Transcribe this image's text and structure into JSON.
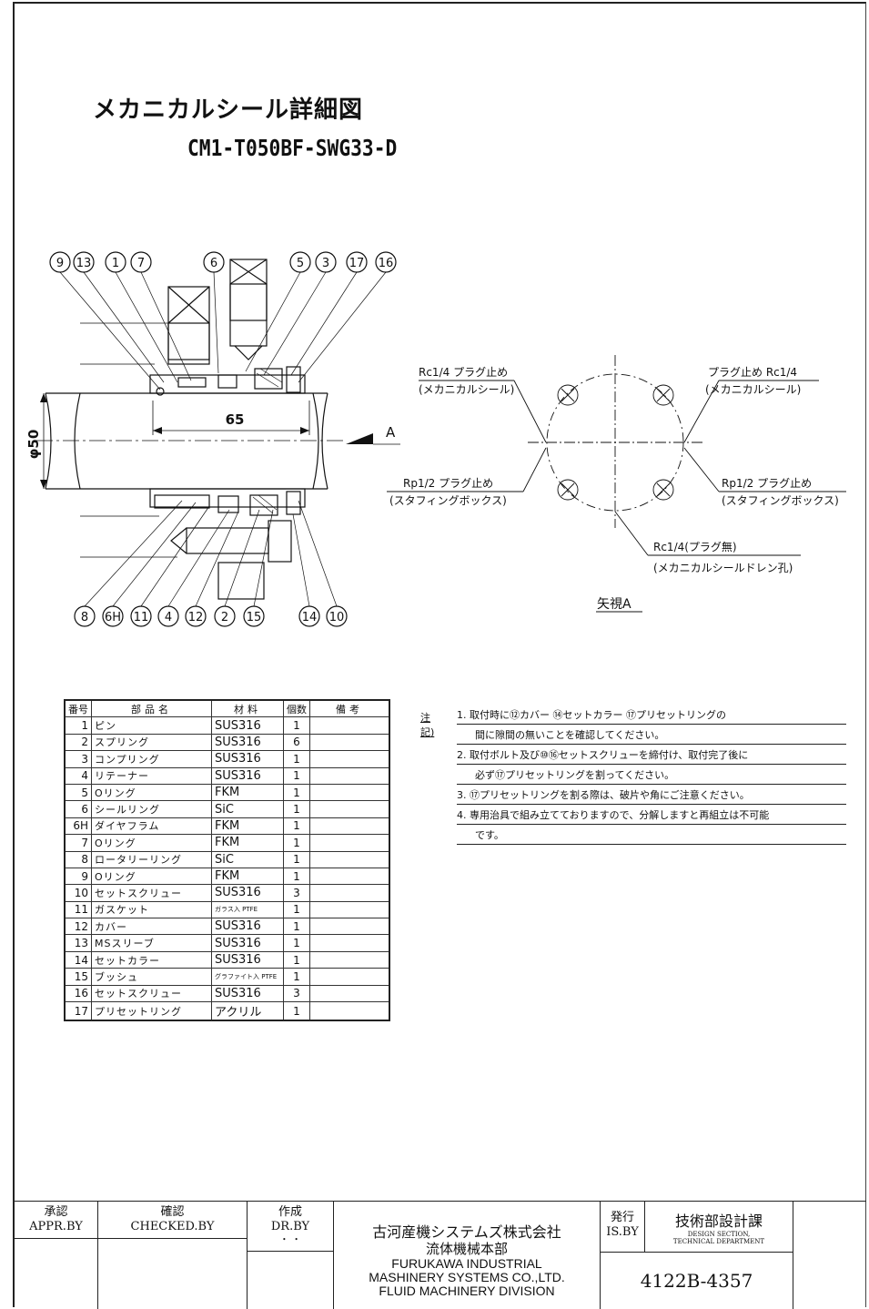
{
  "title": "メカニカルシール詳細図",
  "model": "CM1-T050BF-SWG33-D",
  "drawing": {
    "top_callouts": [
      "9",
      "13",
      "1",
      "7",
      "6",
      "5",
      "3",
      "17",
      "16"
    ],
    "bottom_callouts": [
      "8",
      "6H",
      "11",
      "4",
      "12",
      "2",
      "15",
      "14",
      "10"
    ],
    "dim_length": "65",
    "dim_diameter": "φ50",
    "view_mark": "A"
  },
  "view_a": {
    "title": "矢視A",
    "tl_spec": "Rc1/4 プラグ止め",
    "tl_desc": "(メカニカルシール)",
    "tr_spec": "プラグ止め Rc1/4",
    "tr_desc": "(メカニカルシール)",
    "bl_spec": "Rp1/2 プラグ止め",
    "bl_desc": "(スタフィングボックス)",
    "br_spec": "Rp1/2 プラグ止め",
    "br_desc": "(スタフィングボックス)",
    "bc_spec": "Rc1/4(プラグ無)",
    "bc_desc": "(メカニカルシールドレン孔)"
  },
  "parts_table": {
    "headers": [
      "番号",
      "部品名",
      "材料",
      "個数",
      "備考"
    ],
    "rows": [
      {
        "no": "1",
        "name": "ピン",
        "material": "SUS316",
        "qty": "1"
      },
      {
        "no": "2",
        "name": "スプリング",
        "material": "SUS316",
        "qty": "6"
      },
      {
        "no": "3",
        "name": "コンプリング",
        "material": "SUS316",
        "qty": "1"
      },
      {
        "no": "4",
        "name": "リテーナー",
        "material": "SUS316",
        "qty": "1"
      },
      {
        "no": "5",
        "name": "Oリング",
        "material": "FKM",
        "qty": "1"
      },
      {
        "no": "6",
        "name": "シールリング",
        "material": "SiC",
        "qty": "1"
      },
      {
        "no": "6H",
        "name": "ダイヤフラム",
        "material": "FKM",
        "qty": "1"
      },
      {
        "no": "7",
        "name": "Oリング",
        "material": "FKM",
        "qty": "1"
      },
      {
        "no": "8",
        "name": "ロータリーリング",
        "material": "SiC",
        "qty": "1"
      },
      {
        "no": "9",
        "name": "Oリング",
        "material": "FKM",
        "qty": "1"
      },
      {
        "no": "10",
        "name": "セットスクリュー",
        "material": "SUS316",
        "qty": "3"
      },
      {
        "no": "11",
        "name": "ガスケット",
        "material": "ガラス入 PTFE",
        "qty": "1"
      },
      {
        "no": "12",
        "name": "カバー",
        "material": "SUS316",
        "qty": "1"
      },
      {
        "no": "13",
        "name": "MSスリーブ",
        "material": "SUS316",
        "qty": "1"
      },
      {
        "no": "14",
        "name": "セットカラー",
        "material": "SUS316",
        "qty": "1"
      },
      {
        "no": "15",
        "name": "ブッシュ",
        "material": "グラファイト入 PTFE",
        "qty": "1"
      },
      {
        "no": "16",
        "name": "セットスクリュー",
        "material": "SUS316",
        "qty": "3"
      },
      {
        "no": "17",
        "name": "プリセットリング",
        "material": "アクリル",
        "qty": "1"
      }
    ]
  },
  "notes": {
    "label": "注記)",
    "lines": [
      "1. 取付時に⑫カバー ⑭セットカラー ⑰プリセットリングの",
      "間に隙間の無いことを確認してください。",
      "2. 取付ボルト及び⑩⑯セットスクリューを締付け、取付完了後に",
      "必ず⑰プリセットリングを割ってください。",
      "3. ⑰プリセットリングを割る際は、破片や角にご注意ください。",
      "4. 専用治具で組み立てておりますので、分解しますと再組立は不可能",
      "です。"
    ]
  },
  "title_block": {
    "appr_jp": "承認",
    "appr_en": "APPR.BY",
    "checked_jp": "確認",
    "checked_en": "CHECKED.BY",
    "drawn_jp": "作成",
    "drawn_en": "DR.BY",
    "drawn_value": "・ ・",
    "company_jp": "古河産機システムズ株式会社",
    "division_jp": "流体機械本部",
    "company_en1": "FURUKAWA INDUSTRIAL",
    "company_en2": "MASHINERY SYSTEMS CO.,LTD.",
    "company_en3": "FLUID MACHINERY DIVISION",
    "issued_jp": "発行",
    "issued_en": "IS.BY",
    "dept_jp": "技術部設計課",
    "dept_en1": "DESIGN SECTION,",
    "dept_en2": "TECHNICAL DEPARTMENT",
    "drawing_no": "4122B-4357"
  }
}
